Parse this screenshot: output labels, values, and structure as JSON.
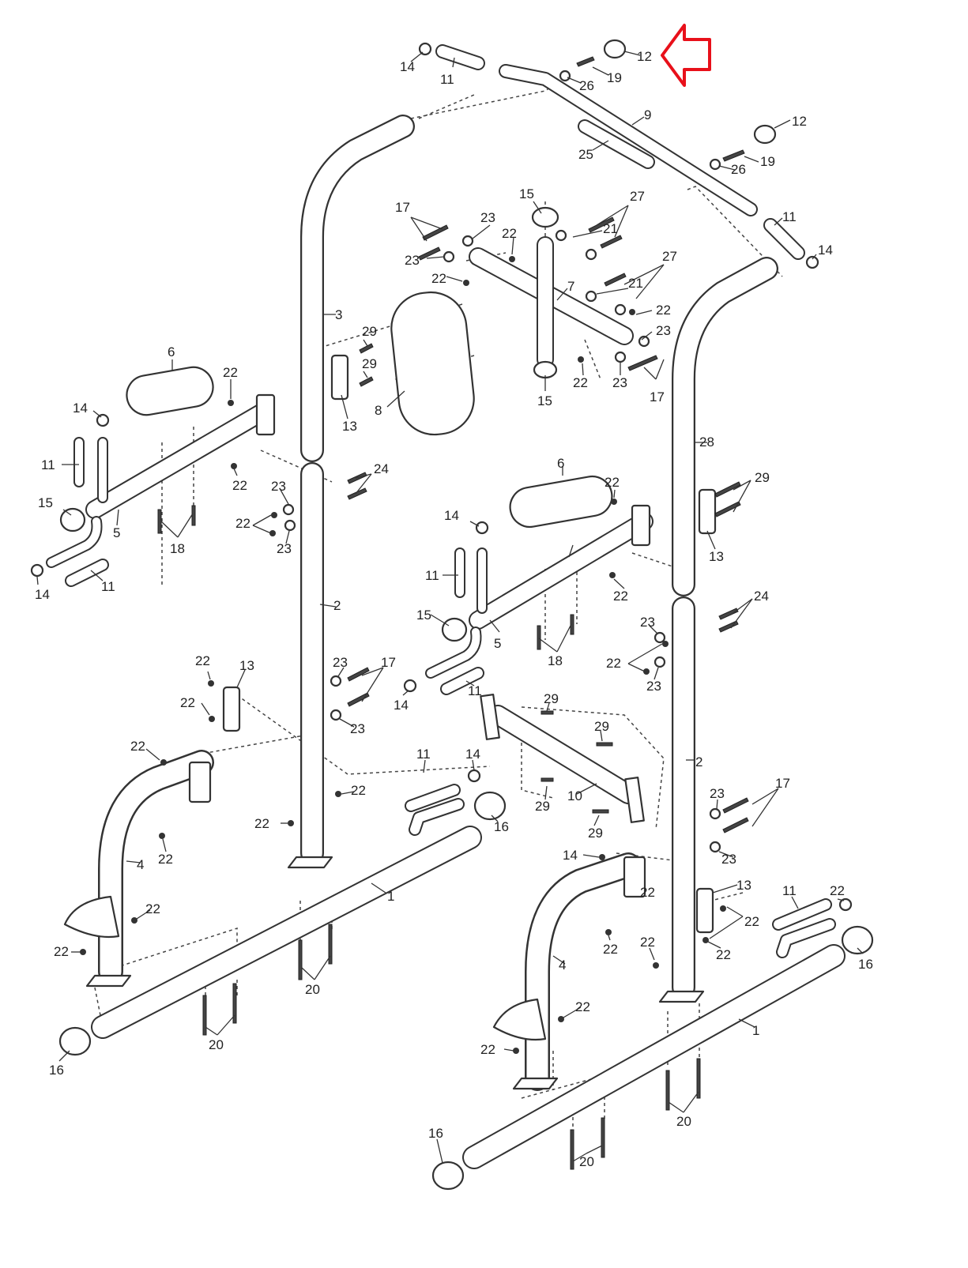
{
  "diagram": {
    "highlight_color": "#e8101a",
    "callouts": [
      {
        "label": "14"
      },
      {
        "label": "11"
      },
      {
        "label": "12"
      },
      {
        "label": "19"
      },
      {
        "label": "26"
      },
      {
        "label": "9"
      },
      {
        "label": "25"
      },
      {
        "label": "12"
      },
      {
        "label": "26"
      },
      {
        "label": "19"
      },
      {
        "label": "11"
      },
      {
        "label": "14"
      },
      {
        "label": "15"
      },
      {
        "label": "17"
      },
      {
        "label": "23"
      },
      {
        "label": "22"
      },
      {
        "label": "27"
      },
      {
        "label": "21"
      },
      {
        "label": "23"
      },
      {
        "label": "22"
      },
      {
        "label": "27"
      },
      {
        "label": "21"
      },
      {
        "label": "22"
      },
      {
        "label": "7"
      },
      {
        "label": "23"
      },
      {
        "label": "3"
      },
      {
        "label": "29"
      },
      {
        "label": "29"
      },
      {
        "label": "13"
      },
      {
        "label": "8"
      },
      {
        "label": "22"
      },
      {
        "label": "15"
      },
      {
        "label": "23"
      },
      {
        "label": "17"
      },
      {
        "label": "28"
      },
      {
        "label": "6"
      },
      {
        "label": "22"
      },
      {
        "label": "14"
      },
      {
        "label": "11"
      },
      {
        "label": "22"
      },
      {
        "label": "24"
      },
      {
        "label": "15"
      },
      {
        "label": "23"
      },
      {
        "label": "22"
      },
      {
        "label": "5"
      },
      {
        "label": "18"
      },
      {
        "label": "23"
      },
      {
        "label": "14"
      },
      {
        "label": "11"
      },
      {
        "label": "6"
      },
      {
        "label": "22"
      },
      {
        "label": "29"
      },
      {
        "label": "14"
      },
      {
        "label": "13"
      },
      {
        "label": "11"
      },
      {
        "label": "22"
      },
      {
        "label": "2"
      },
      {
        "label": "24"
      },
      {
        "label": "15"
      },
      {
        "label": "5"
      },
      {
        "label": "23"
      },
      {
        "label": "18"
      },
      {
        "label": "22"
      },
      {
        "label": "23"
      },
      {
        "label": "22"
      },
      {
        "label": "13"
      },
      {
        "label": "23"
      },
      {
        "label": "17"
      },
      {
        "label": "14"
      },
      {
        "label": "11"
      },
      {
        "label": "22"
      },
      {
        "label": "23"
      },
      {
        "label": "29"
      },
      {
        "label": "22"
      },
      {
        "label": "29"
      },
      {
        "label": "2"
      },
      {
        "label": "11"
      },
      {
        "label": "14"
      },
      {
        "label": "22"
      },
      {
        "label": "10"
      },
      {
        "label": "29"
      },
      {
        "label": "29"
      },
      {
        "label": "23"
      },
      {
        "label": "17"
      },
      {
        "label": "22"
      },
      {
        "label": "16"
      },
      {
        "label": "22"
      },
      {
        "label": "4"
      },
      {
        "label": "23"
      },
      {
        "label": "22"
      },
      {
        "label": "1"
      },
      {
        "label": "13"
      },
      {
        "label": "22"
      },
      {
        "label": "11"
      },
      {
        "label": "14"
      },
      {
        "label": "22"
      },
      {
        "label": "22"
      },
      {
        "label": "22"
      },
      {
        "label": "20"
      },
      {
        "label": "16"
      },
      {
        "label": "22"
      },
      {
        "label": "4"
      },
      {
        "label": "22"
      },
      {
        "label": "16"
      },
      {
        "label": "20"
      },
      {
        "label": "22"
      },
      {
        "label": "1"
      },
      {
        "label": "22"
      },
      {
        "label": "20"
      },
      {
        "label": "16"
      },
      {
        "label": "20"
      }
    ]
  }
}
